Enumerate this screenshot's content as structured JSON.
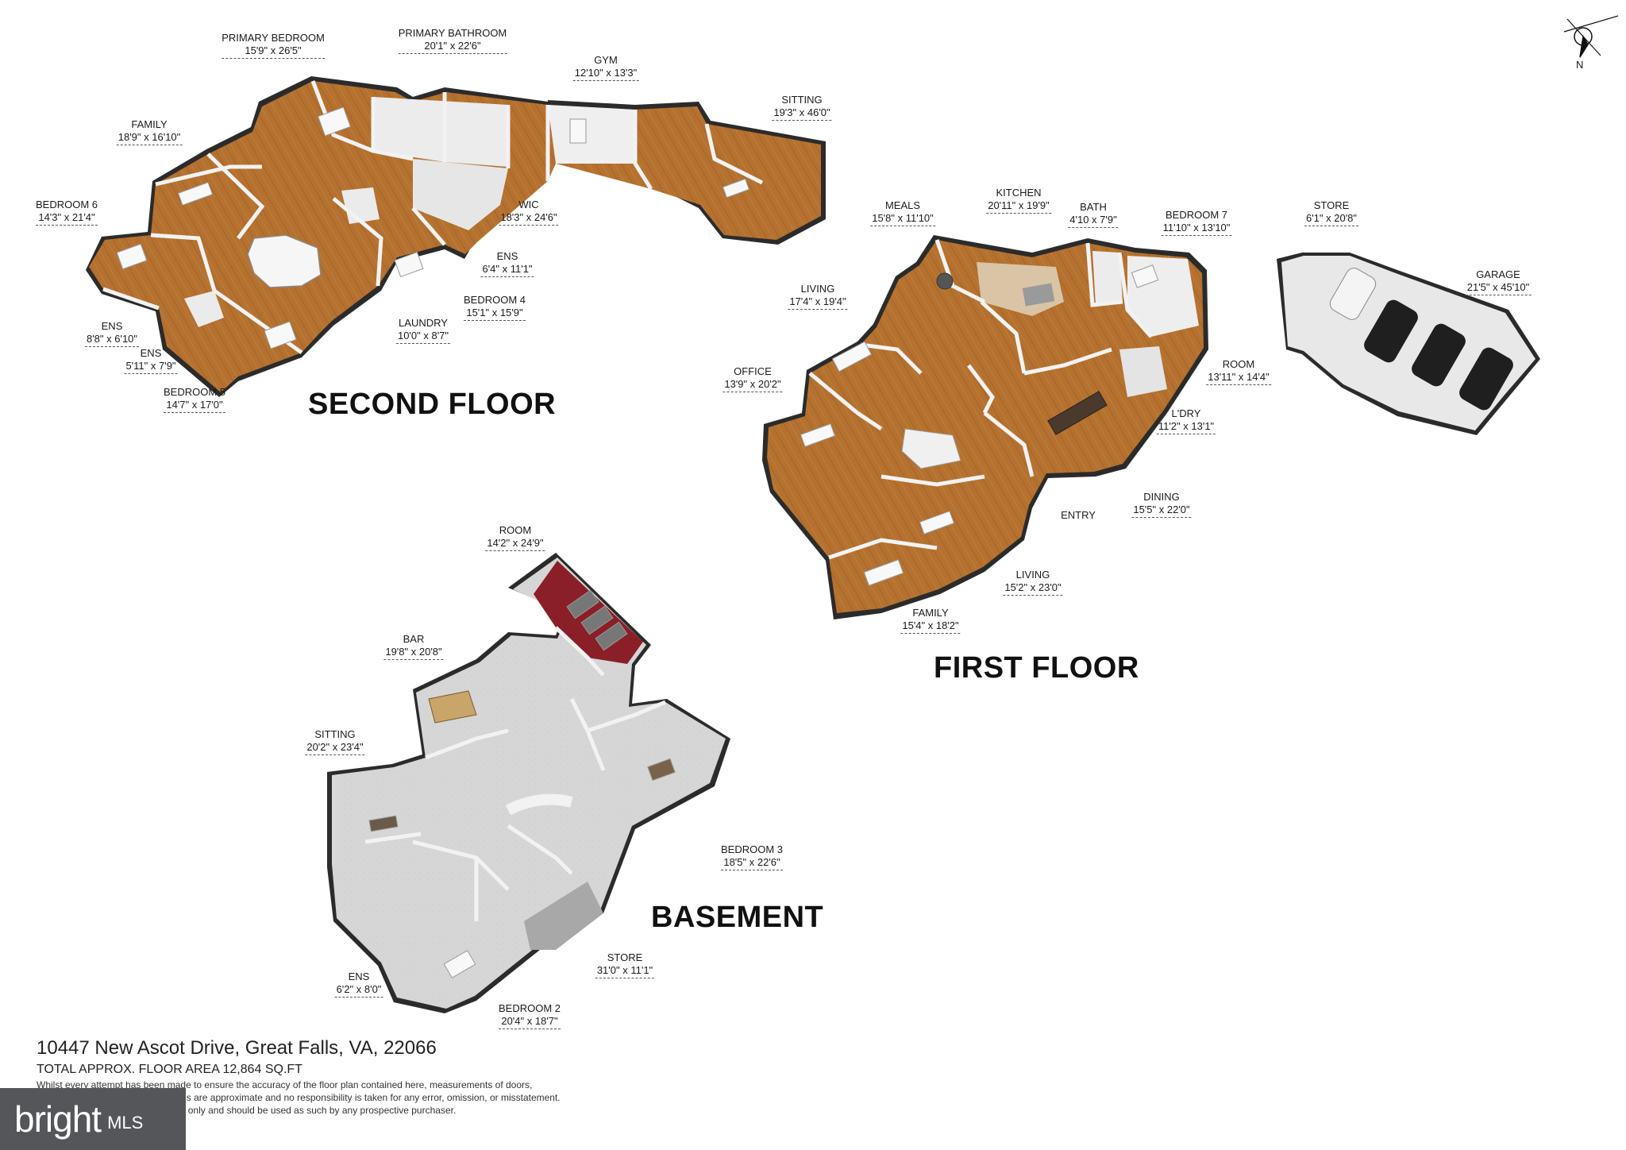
{
  "floors": {
    "second": {
      "title": "SECOND FLOOR"
    },
    "first": {
      "title": "FIRST FLOOR"
    },
    "basement": {
      "title": "BASEMENT"
    }
  },
  "rooms": {
    "primary_bedroom": {
      "name": "PRIMARY BEDROOM",
      "dim": "15'9\" x 26'5\""
    },
    "primary_bathroom": {
      "name": "PRIMARY BATHROOM",
      "dim": "20'1\" x 22'6\""
    },
    "gym": {
      "name": "GYM",
      "dim": "12'10\" x 13'3\""
    },
    "sitting_2": {
      "name": "SITTING",
      "dim": "19'3\" x 46'0\""
    },
    "family_2": {
      "name": "FAMILY",
      "dim": "18'9\" x 16'10\""
    },
    "bedroom_6": {
      "name": "BEDROOM 6",
      "dim": "14'3\" x 21'4\""
    },
    "wic": {
      "name": "WIC",
      "dim": "18'3\" x 24'6\""
    },
    "ens_2a": {
      "name": "ENS",
      "dim": "6'4\" x 11'1\""
    },
    "bedroom_4": {
      "name": "BEDROOM 4",
      "dim": "15'1\" x 15'9\""
    },
    "laundry": {
      "name": "LAUNDRY",
      "dim": "10'0\" x 8'7\""
    },
    "ens_2b": {
      "name": "ENS",
      "dim": "8'8\" x 6'10\""
    },
    "ens_2c": {
      "name": "ENS",
      "dim": "5'11\" x 7'9\""
    },
    "bedroom_5": {
      "name": "BEDROOM 5",
      "dim": "14'7\" x 17'0\""
    },
    "meals": {
      "name": "MEALS",
      "dim": "15'8\" x 11'10\""
    },
    "kitchen": {
      "name": "KITCHEN",
      "dim": "20'11\" x 19'9\""
    },
    "bath_1": {
      "name": "BATH",
      "dim": "4'10 x 7'9\""
    },
    "bedroom_7": {
      "name": "BEDROOM 7",
      "dim": "11'10\" x 13'10\""
    },
    "store_g": {
      "name": "STORE",
      "dim": "6'1\" x 20'8\""
    },
    "garage": {
      "name": "GARAGE",
      "dim": "21'5\" x 45'10\""
    },
    "living_1a": {
      "name": "LIVING",
      "dim": "17'4\" x 19'4\""
    },
    "office": {
      "name": "OFFICE",
      "dim": "13'9\" x 20'2\""
    },
    "room_1": {
      "name": "ROOM",
      "dim": "13'11\" x 14'4\""
    },
    "ldry": {
      "name": "L'DRY",
      "dim": "11'2\" x 13'1\""
    },
    "entry": {
      "name": "ENTRY",
      "dim": ""
    },
    "dining": {
      "name": "DINING",
      "dim": "15'5\" x 22'0\""
    },
    "living_1b": {
      "name": "LIVING",
      "dim": "15'2\" x 23'0\""
    },
    "family_1": {
      "name": "FAMILY",
      "dim": "15'4\" x 18'2\""
    },
    "room_b": {
      "name": "ROOM",
      "dim": "14'2\" x 24'9\""
    },
    "bar": {
      "name": "BAR",
      "dim": "19'8\" x 20'8\""
    },
    "sitting_b": {
      "name": "SITTING",
      "dim": "20'2\" x 23'4\""
    },
    "bedroom_3": {
      "name": "BEDROOM 3",
      "dim": "18'5\" x 22'6\""
    },
    "store_b": {
      "name": "STORE",
      "dim": "31'0\" x 11'1\""
    },
    "ens_b": {
      "name": "ENS",
      "dim": "6'2\" x 8'0\""
    },
    "bedroom_2": {
      "name": "BEDROOM 2",
      "dim": "20'4\" x 18'7\""
    }
  },
  "compass": {
    "label": "N"
  },
  "footer": {
    "address": "10447 New Ascot Drive, Great Falls, VA, 22066",
    "area": "TOTAL APPROX. FLOOR AREA 12,864 SQ.FT",
    "disclaimer_1": "Whilst every attempt has been made to ensure the accuracy of the floor plan contained here, measurements of doors,",
    "disclaimer_2": "windows, rooms and any other items are approximate and no responsibility is taken for any error, omission, or misstatement.",
    "disclaimer_3": "This plan is for illustrative purposes only and should be used as such by any prospective purchaser."
  },
  "logo": {
    "brand": "bright",
    "suffix": "MLS"
  },
  "colors": {
    "floor_wood": "#b5712f",
    "floor_wood_dark": "#8f5420",
    "wall_top": "#f4f4f4",
    "wall_side": "#c9c9c9",
    "wall_dark": "#2b2b2b",
    "basement_floor": "#d8d8d8",
    "theater_red": "#8a1f28",
    "garage_floor": "#e6e6e6",
    "logo_bg": "#55565a"
  }
}
